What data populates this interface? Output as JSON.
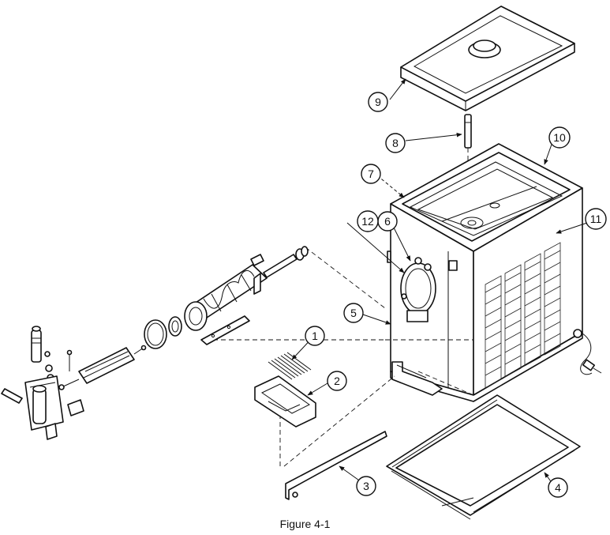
{
  "figure": {
    "caption": "Figure 4-1",
    "callouts": [
      "1",
      "2",
      "3",
      "4",
      "5",
      "6",
      "7",
      "8",
      "9",
      "10",
      "11",
      "12"
    ]
  }
}
